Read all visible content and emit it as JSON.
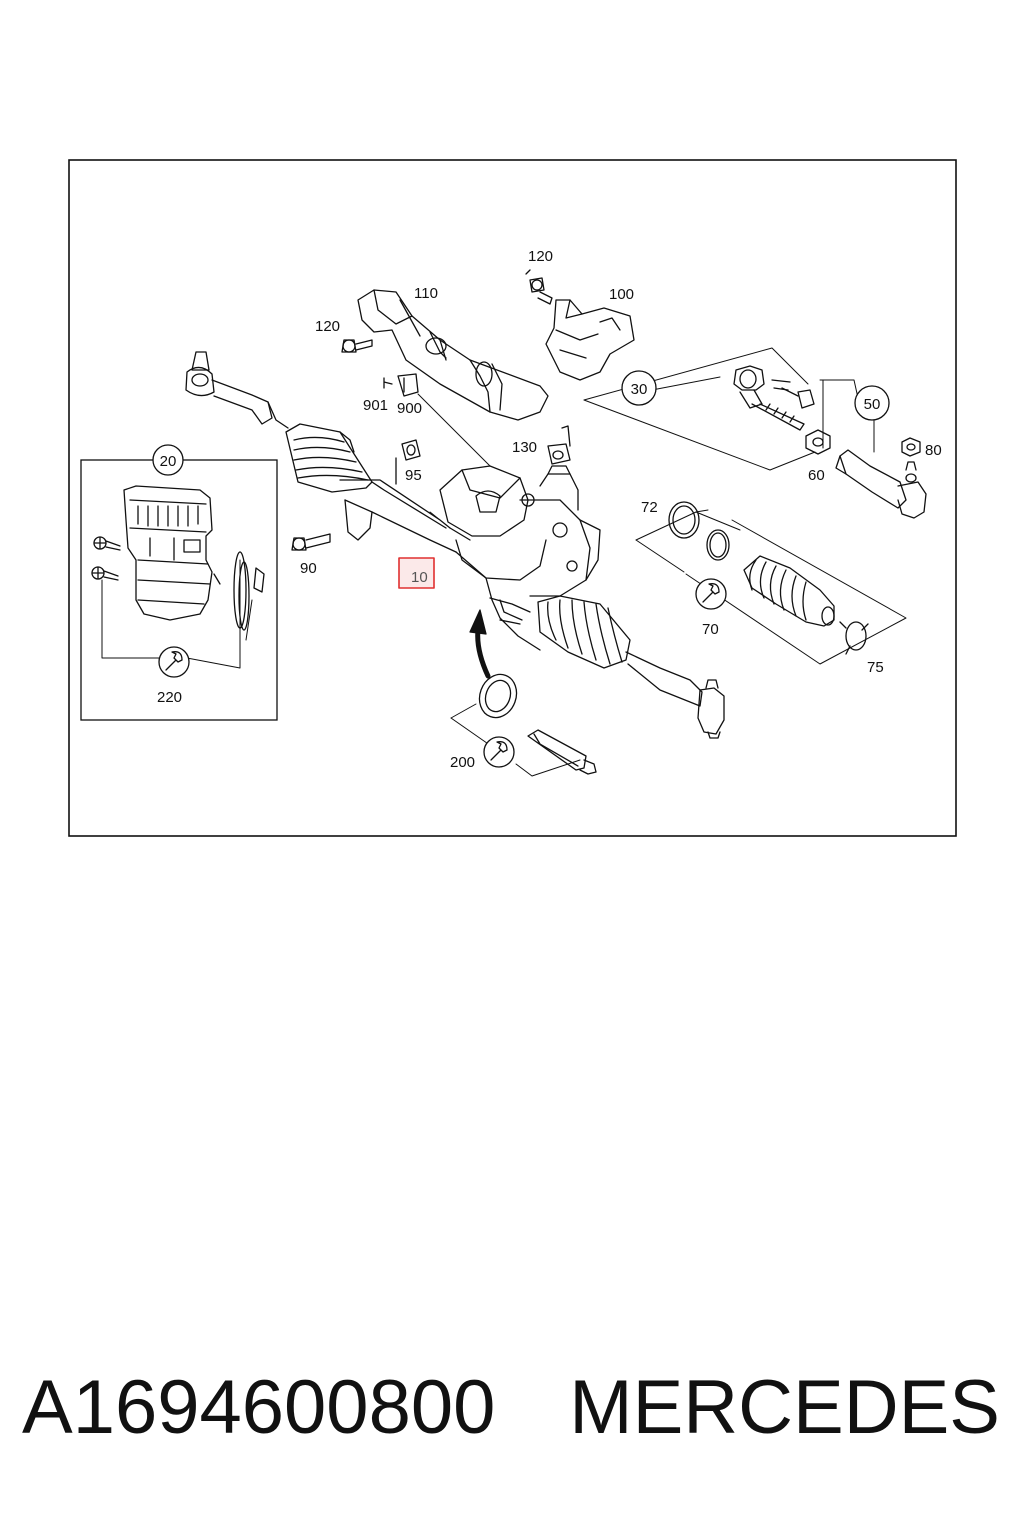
{
  "callouts": {
    "c10": "10",
    "c20": "20",
    "c30": "30",
    "c50": "50",
    "c60": "60",
    "c70": "70",
    "c72": "72",
    "c75": "75",
    "c80": "80",
    "c90": "90",
    "c95": "95",
    "c100": "100",
    "c110": "110",
    "c120a": "120",
    "c120b": "120",
    "c130": "130",
    "c200": "200",
    "c220": "220",
    "c900": "900",
    "c901": "901"
  },
  "footer": {
    "part_number": "A1694600800",
    "brand": "MERCEDES"
  },
  "colors": {
    "line": "#111111",
    "highlight_box": "#e03030",
    "highlight_text": "#555555"
  }
}
